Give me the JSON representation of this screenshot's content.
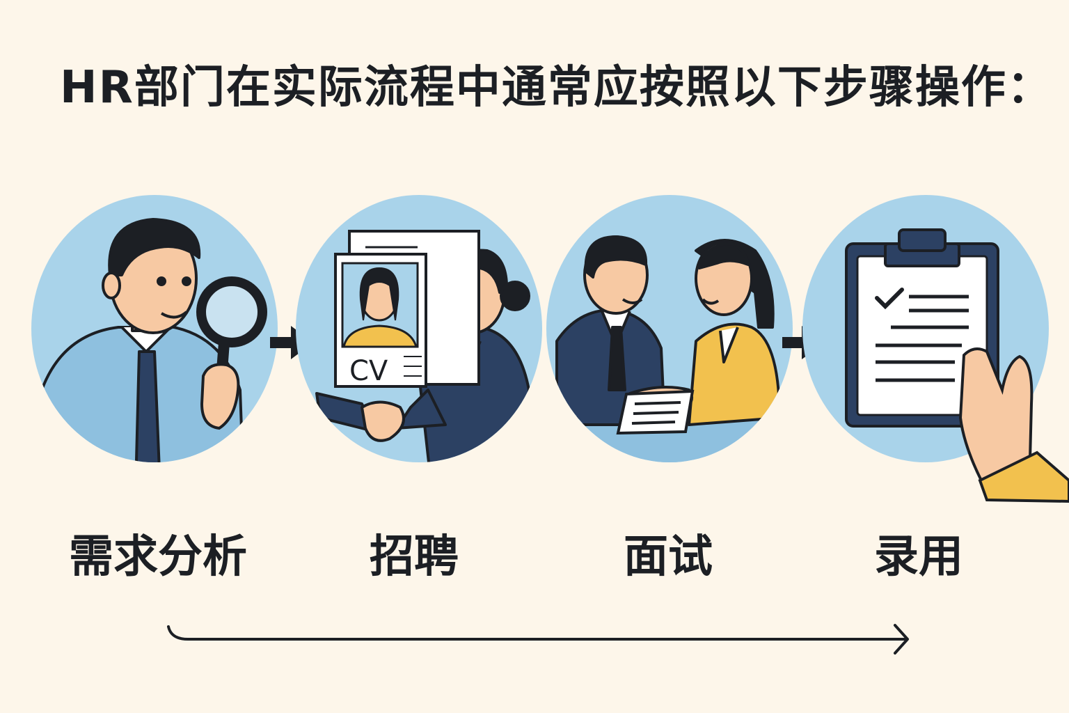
{
  "title": "HR部门在实际流程中通常应按照以下步骤操作：",
  "steps": [
    {
      "label": "需求分析",
      "icon": "magnifier-icon"
    },
    {
      "label": "招聘",
      "icon": "handshake-cv-icon"
    },
    {
      "label": "面试",
      "icon": "interview-icon"
    },
    {
      "label": "录用",
      "icon": "clipboard-checklist-icon"
    }
  ],
  "cv_text": "CV",
  "colors": {
    "background": "#fdf6ea",
    "circle": "#a9d3ea",
    "navy": "#2c4163",
    "text": "#1c1f24",
    "accent_yellow": "#f2c14e",
    "skin": "#f7c9a3"
  }
}
